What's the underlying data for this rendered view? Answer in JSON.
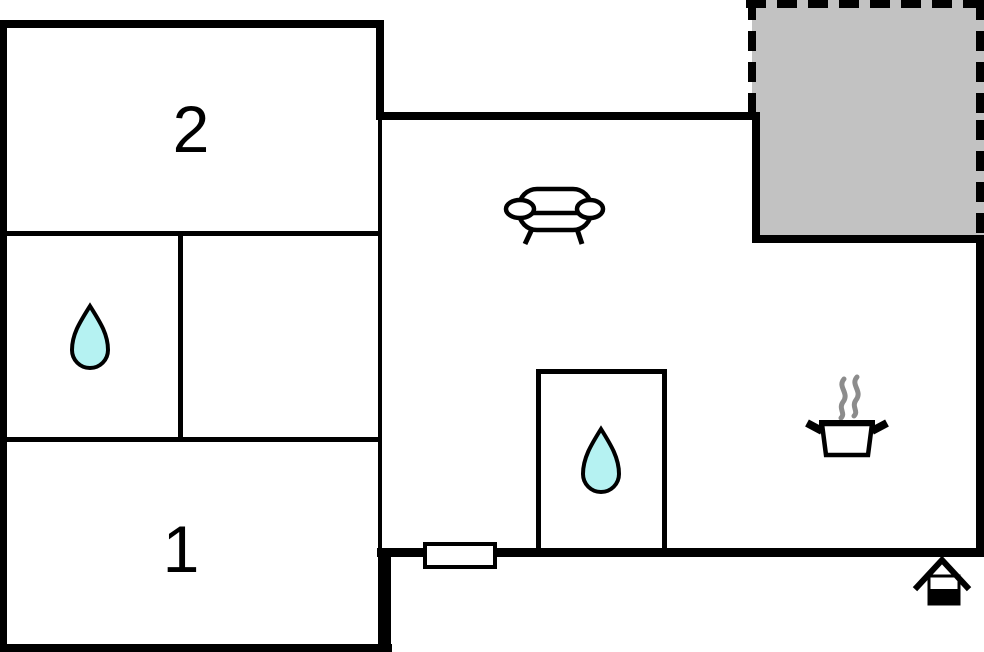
{
  "floor_plan": {
    "rooms": {
      "room_upper_left": {
        "label": "2"
      },
      "room_lower_left": {
        "label": "1"
      }
    },
    "icons": {
      "left_room_fixture": "water-drop-icon",
      "bathroom_fixture": "water-drop-icon",
      "living_area": "sofa-icon",
      "kitchen": "cooking-pot-icon",
      "kitchen_steam": "steam-icon",
      "bottom_wall_marker": "window-icon",
      "entrance": "house-entrance-icon",
      "outdoor_area": "terrace-dashed-area"
    },
    "colors": {
      "walls": "#000000",
      "background": "#ffffff",
      "terrace_fill": "#c2c2c2",
      "water_drop_fill": "#b5f2f2",
      "steam_stroke": "#8c8c8c"
    }
  }
}
